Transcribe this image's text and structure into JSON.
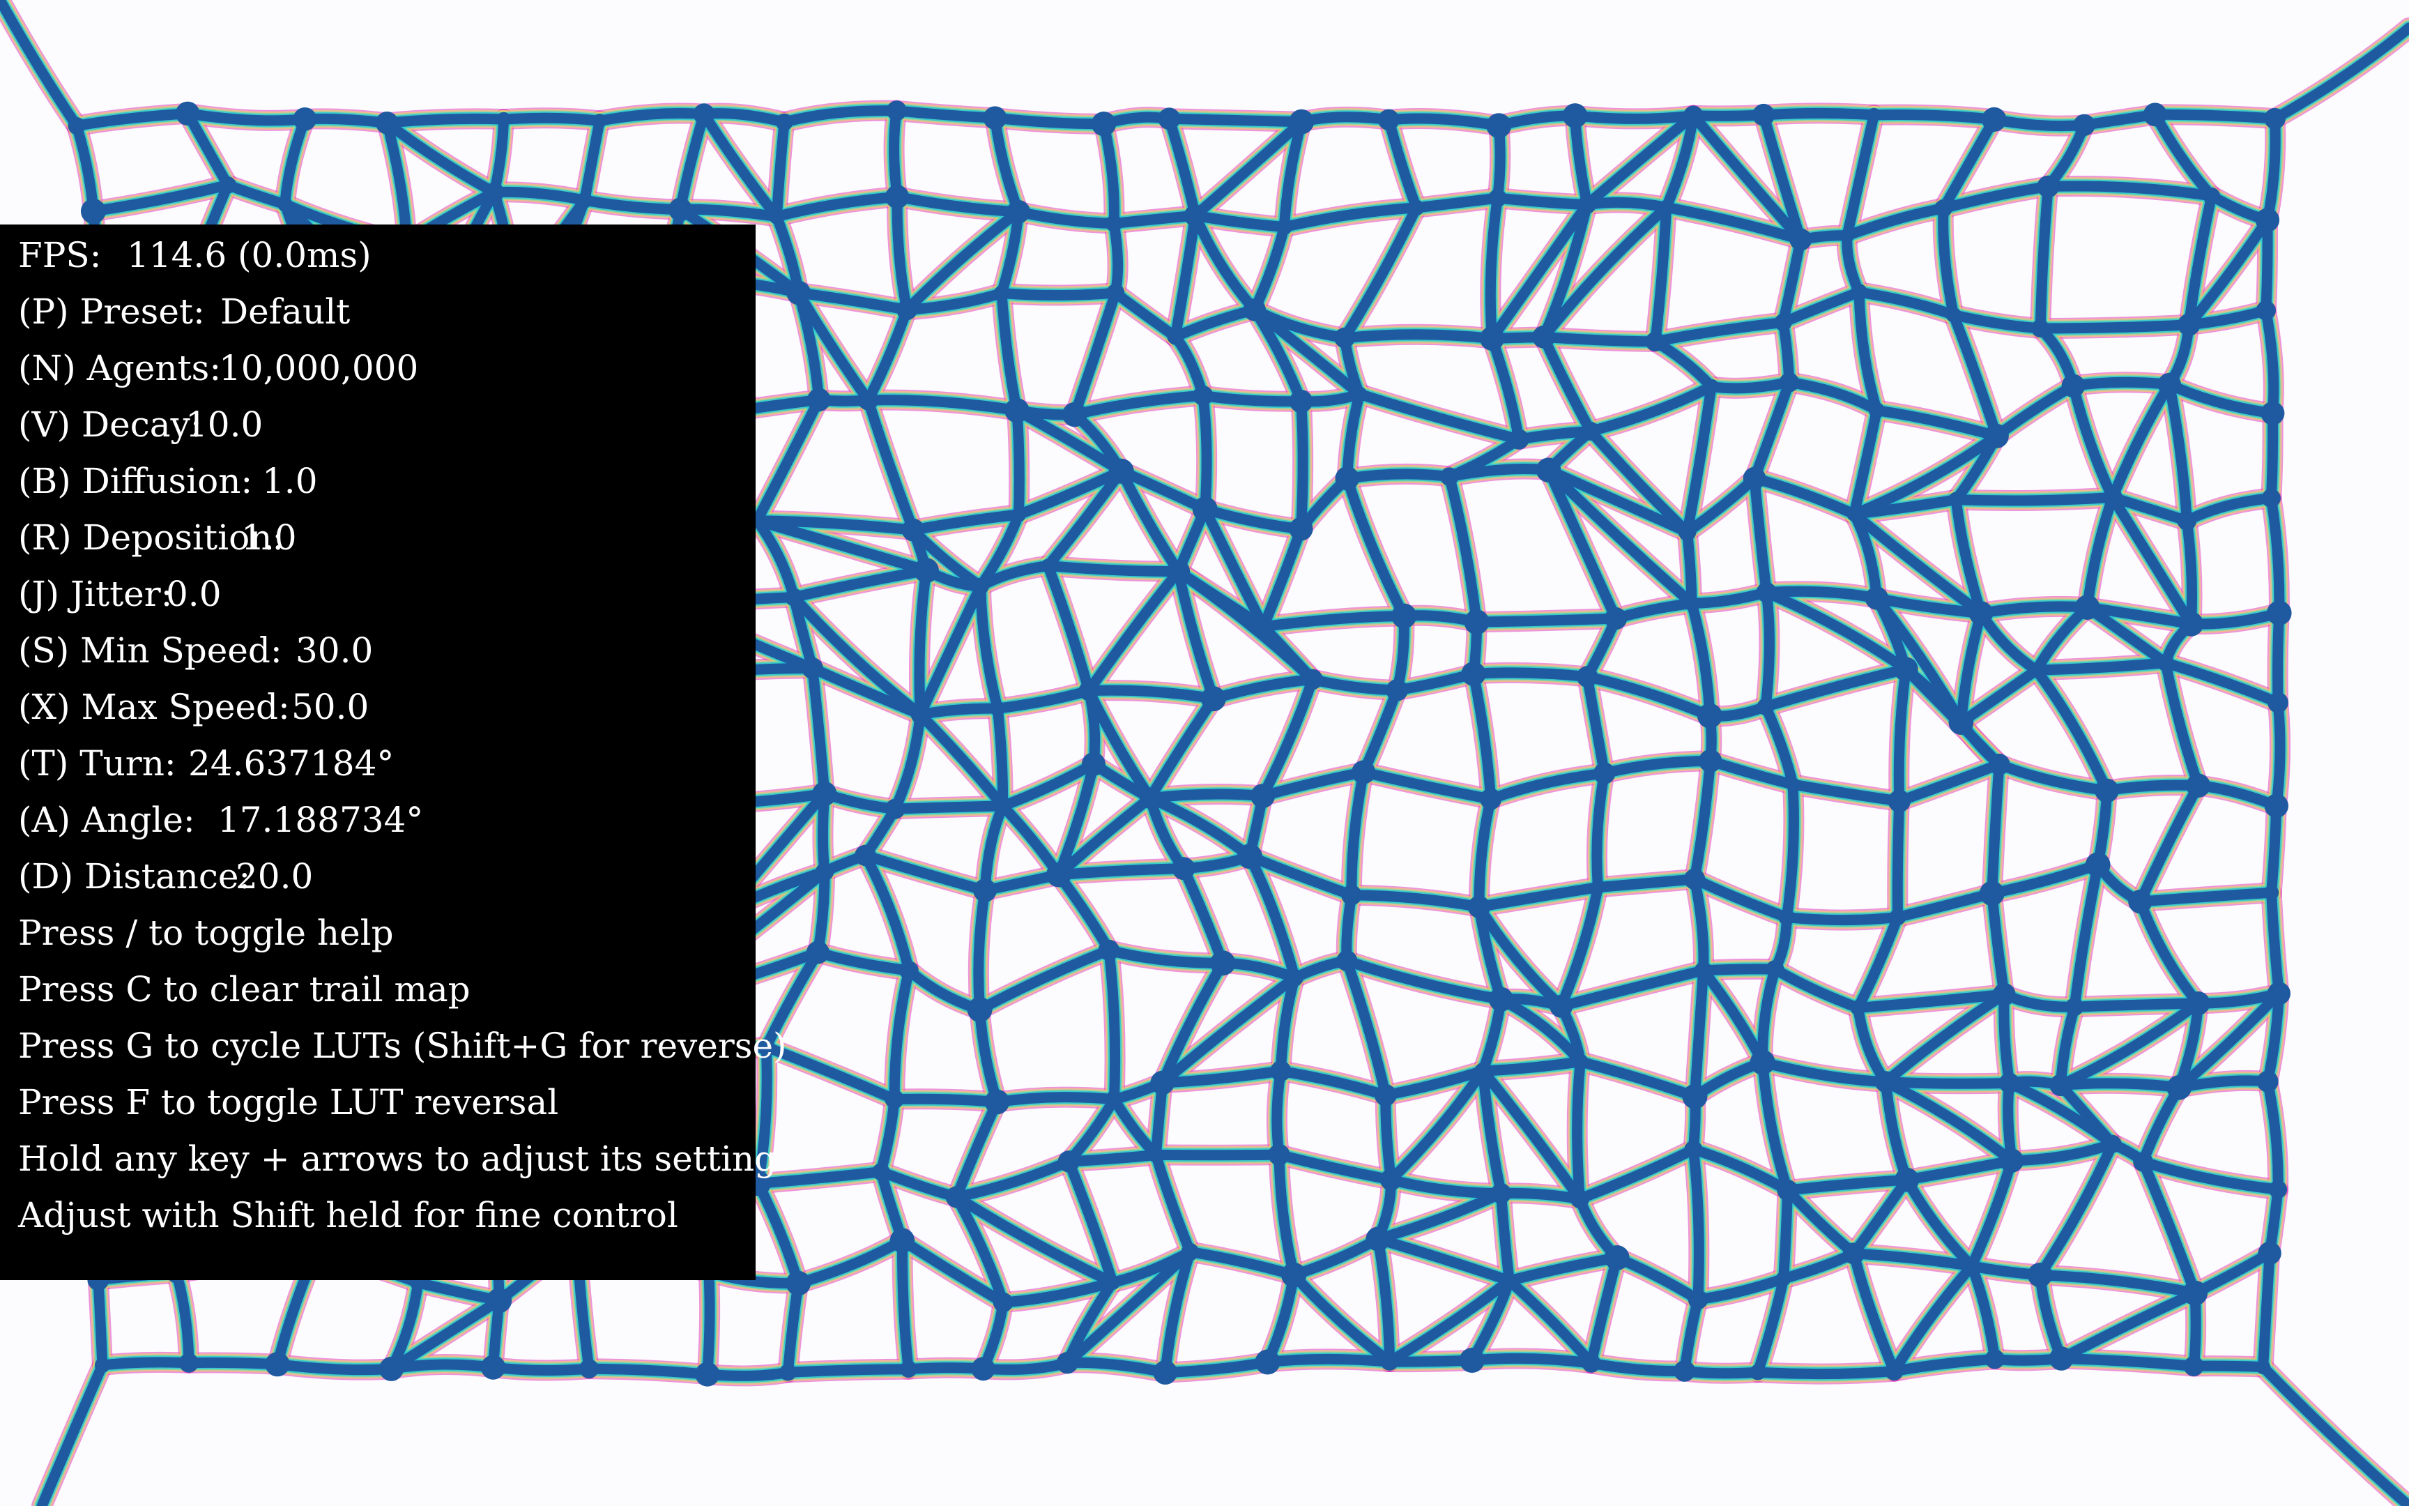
{
  "overlay": {
    "fps": {
      "label": "FPS:",
      "value": "114.6 (0.0ms)"
    },
    "preset": {
      "label": "(P) Preset:",
      "value": "Default"
    },
    "agents": {
      "label": "(N) Agents:",
      "value": "10,000,000"
    },
    "decay": {
      "label": "(V) Decay:",
      "value": "10.0"
    },
    "diffusion": {
      "label": "(B) Diffusion:",
      "value": "1.0"
    },
    "deposition": {
      "label": "(R) Deposition:",
      "value": "1.0"
    },
    "jitter": {
      "label": "(J) Jitter:",
      "value": "0.0"
    },
    "min_speed": {
      "label": "(S) Min Speed:",
      "value": "30.0"
    },
    "max_speed": {
      "label": "(X) Max Speed:",
      "value": "50.0"
    },
    "turn": {
      "label": "(T) Turn:",
      "value": "24.637184°"
    },
    "angle": {
      "label": "(A) Angle:",
      "value": "17.188734°"
    },
    "distance": {
      "label": "(D) Distance:",
      "value": "20.0"
    },
    "help": [
      "Press / to toggle help",
      "Press C to clear trail map",
      "Press G to cycle LUTs (Shift+G for reverse)",
      "Press F to toggle LUT reversal",
      "Hold any key + arrows to adjust its setting",
      "Adjust with Shift held for fine control"
    ]
  },
  "colors": {
    "background": "#fcfbfe",
    "trail": "#1f5aa0",
    "trail_edge_gradient": [
      "#f0d060",
      "#7fe0a0",
      "#20c8d8",
      "#e040c0"
    ],
    "overlay_background": "#000000",
    "overlay_text": "#ffffff"
  }
}
